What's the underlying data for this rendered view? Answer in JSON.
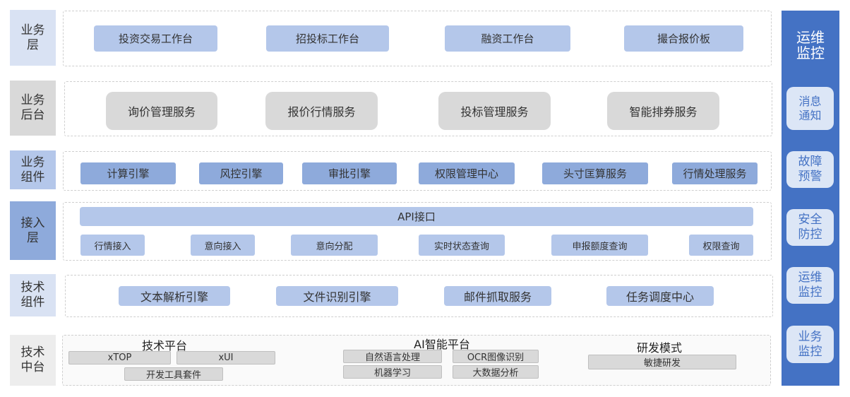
{
  "layers": {
    "business": {
      "label": "业务\n层",
      "color": "#d9e2f3",
      "items": [
        "投资交易工作台",
        "招投标工作台",
        "融资工作台",
        "撮合报价板"
      ]
    },
    "backend": {
      "label": "业务\n后台",
      "color": "#d9d9d9",
      "items": [
        "询价管理服务",
        "报价行情服务",
        "投标管理服务",
        "智能排券服务"
      ]
    },
    "components": {
      "label": "业务\n组件",
      "color": "#b4c7ea",
      "items": [
        "计算引擎",
        "风控引擎",
        "审批引擎",
        "权限管理中心",
        "头寸匡算服务",
        "行情处理服务"
      ]
    },
    "access": {
      "label": "接入\n层",
      "color": "#8eaadb",
      "api": "API接口",
      "items": [
        "行情接入",
        "意向接入",
        "意向分配",
        "实时状态查询",
        "申报额度查询",
        "权限查询"
      ]
    },
    "tech_components": {
      "label": "技术\n组件",
      "color": "#d9e2f3",
      "items": [
        "文本解析引擎",
        "文件识别引擎",
        "邮件抓取服务",
        "任务调度中心"
      ]
    },
    "tech_platform": {
      "label": "技术\n中台",
      "color": "#ededed",
      "platform": {
        "title": "技术平台",
        "items": [
          "xTOP",
          "xUI",
          "开发工具套件"
        ]
      },
      "ai": {
        "title": "AI智能平台",
        "items": [
          "自然语言处理",
          "OCR图像识别",
          "机器学习",
          "大数据分析"
        ]
      },
      "rd": {
        "title": "研发模式",
        "items": [
          "敏捷研发"
        ]
      }
    }
  },
  "ops": {
    "title": "运维\n监控",
    "color": "#4472c4",
    "items": [
      "消息\n\n通知",
      "故障\n预警",
      "安全\n防控",
      "运维\n监控",
      "业务\n监控"
    ]
  }
}
